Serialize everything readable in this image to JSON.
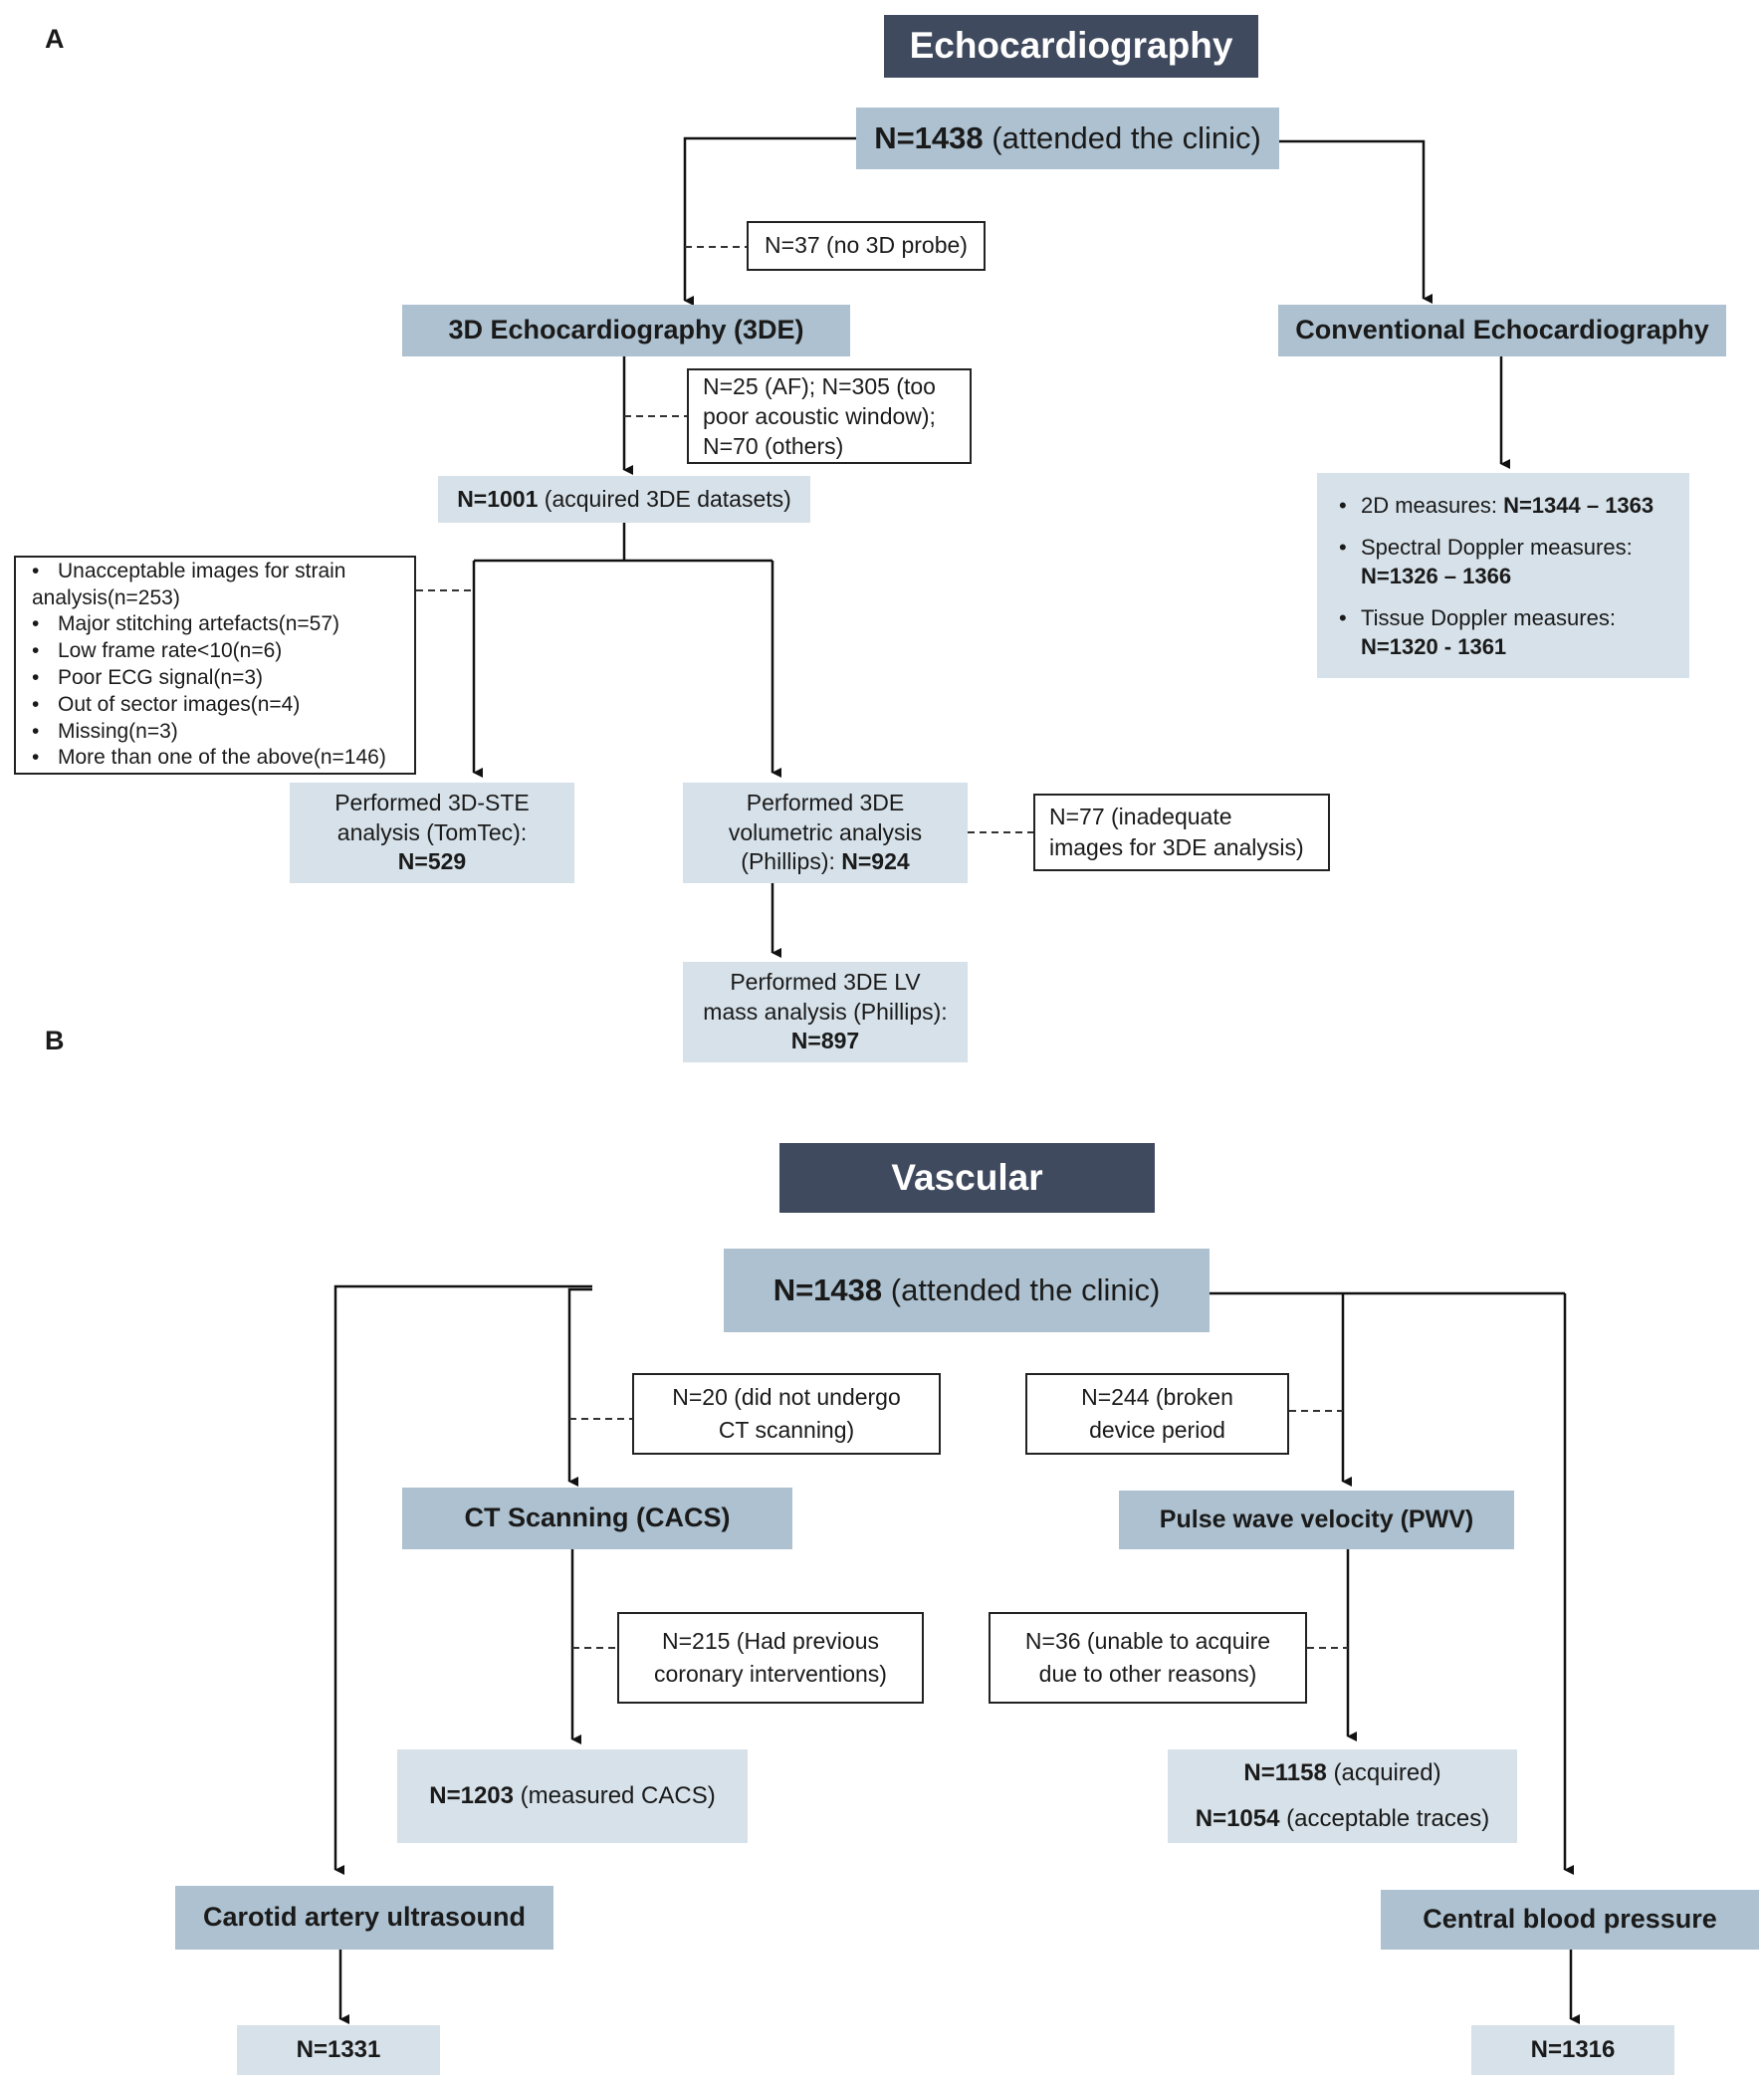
{
  "panel_a": {
    "label": "A",
    "title": "Echocardiography",
    "total": {
      "n": "N=1438",
      "desc": " (attended the clinic)"
    },
    "excl_no_probe": "N=37 (no 3D probe)",
    "three_de": "3D Echocardiography (3DE)",
    "conventional": "Conventional Echocardiography",
    "excl_3de": [
      "N=25 (AF); N=305 (too",
      "poor acoustic window);",
      "N=70 (others)"
    ],
    "acquired": {
      "n": "N=1001",
      "desc": " (acquired 3DE datasets)"
    },
    "strain_exclusions": [
      "Unacceptable images for   strain",
      "analysis(n=253)",
      "Major stitching artefacts(n=57)",
      "Low frame rate<10(n=6)",
      "Poor ECG signal(n=3)",
      "Out of sector images(n=4)",
      "Missing(n=3)",
      "More than one of the above(n=146)"
    ],
    "ste": {
      "l1": "Performed 3D-STE",
      "l2": "analysis (TomTec):",
      "n": "N=529"
    },
    "volumetric": {
      "l1": "Performed 3DE",
      "l2": "volumetric analysis",
      "l3": "(Phillips): ",
      "n": "N=924"
    },
    "excl_volumetric": [
      "N=77 (inadequate",
      "images for 3DE analysis)"
    ],
    "lv_mass": {
      "l1": "Performed 3DE LV",
      "l2": "mass analysis (Phillips):",
      "n": "N=897"
    },
    "conv_measures": [
      {
        "label": "2D measures: ",
        "value": "N=1344 – 1363"
      },
      {
        "label": "Spectral Doppler measures:",
        "value": "N=1326 – 1366"
      },
      {
        "label": "Tissue Doppler measures:",
        "value": "N=1320 - 1361"
      }
    ]
  },
  "panel_b": {
    "label": "B",
    "title": "Vascular",
    "total": {
      "n": "N=1438",
      "desc": " (attended the clinic)"
    },
    "excl_ct": [
      "N=20 (did not undergo",
      "CT scanning)"
    ],
    "excl_pwv_device": [
      "N=244 (broken",
      "device period"
    ],
    "ct": "CT Scanning (CACS)",
    "pwv": "Pulse wave velocity (PWV)",
    "excl_coronary": [
      "N=215 (Had previous",
      "coronary interventions)"
    ],
    "excl_pwv_other": [
      "N=36 (unable to acquire",
      "due to other reasons)"
    ],
    "cacs": {
      "n": "N=1203",
      "desc": " (measured CACS)"
    },
    "pwv_acquired": {
      "n": "N=1158",
      "desc": " (acquired)"
    },
    "pwv_acceptable": {
      "n": "N=1054",
      "desc": " (acceptable traces)"
    },
    "carotid": "Carotid artery ultrasound",
    "central_bp": "Central blood pressure",
    "carotid_n": "N=1331",
    "central_bp_n": "N=1316"
  }
}
